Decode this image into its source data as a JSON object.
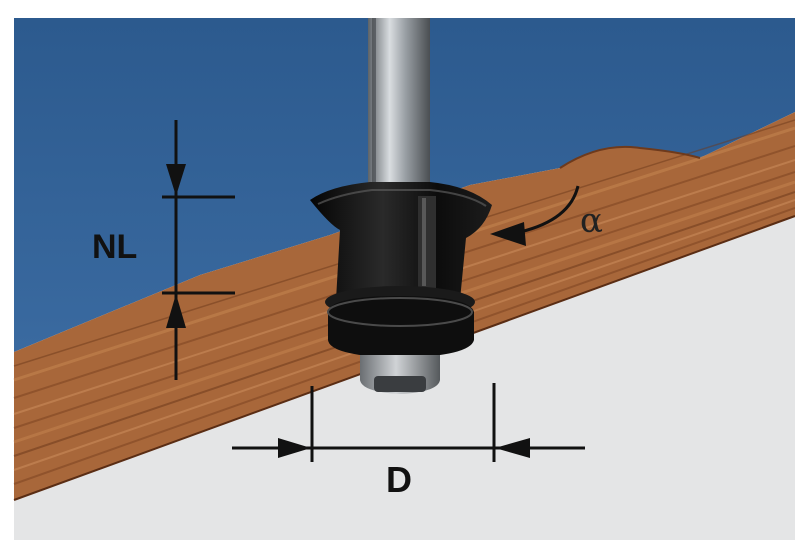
{
  "labels": {
    "cutting_depth": "NL",
    "diameter": "D",
    "angle": "α"
  },
  "colors": {
    "background": "#ffffff",
    "board_face": "#2f5d91",
    "wood": "#a8673a",
    "wood_grain": "#7d4422",
    "table": "#e4e5e6",
    "router_bit": "#121212",
    "shank": "#8e9398",
    "dimension_lines": "#111111"
  }
}
